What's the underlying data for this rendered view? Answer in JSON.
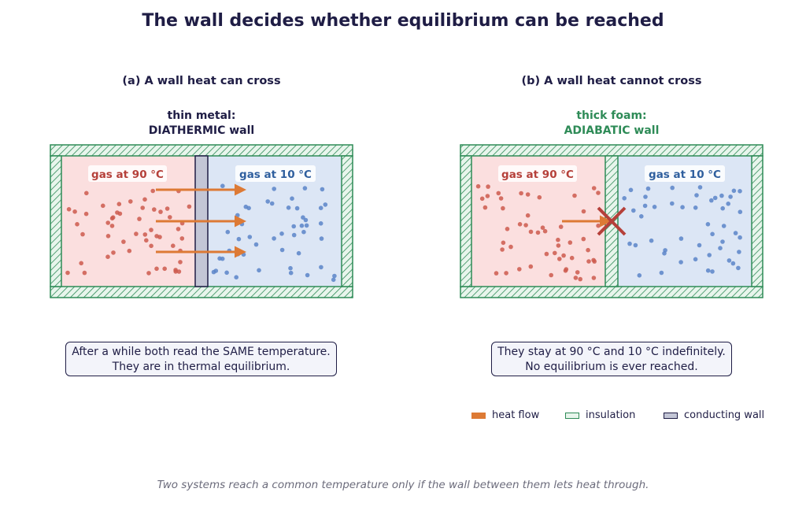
{
  "title": "The wall decides whether equilibrium can be reached",
  "panel_a": {
    "title": "(a) A wall heat can cross",
    "wall_label_line1": "thin metal:",
    "wall_label_line2": "DIATHERMIC wall",
    "hot_label": "gas at 90 °C",
    "cold_label": "gas at 10 °C",
    "note_line1": "After a while both read the SAME temperature.",
    "note_line2": "They are in thermal equilibrium."
  },
  "panel_b": {
    "title": "(b) A wall heat cannot cross",
    "wall_label_line1": "thick foam:",
    "wall_label_line2": "ADIABATIC wall",
    "hot_label": "gas at 90 °C",
    "cold_label": "gas at 10 °C",
    "note_line1": "They stay at 90 °C and 10 °C indefinitely.",
    "note_line2": "No equilibrium is ever reached."
  },
  "legend": {
    "heat_flow": "heat flow",
    "insulation": "insulation",
    "conducting_wall": "conducting wall"
  },
  "caption": "Two systems reach a common temperature only if the wall between them lets heat through.",
  "colors": {
    "title": "#1f1d45",
    "hot_fill": "#fbdfdf",
    "cold_fill": "#dce6f5",
    "hot_dot": "#cd5a4d",
    "cold_dot": "#5a84c8",
    "insulation": "#2e8b57",
    "heat_arrow": "#dd7a35",
    "conducting_wall": "#c3c6d6",
    "blocked_cross": "#b5403a"
  }
}
